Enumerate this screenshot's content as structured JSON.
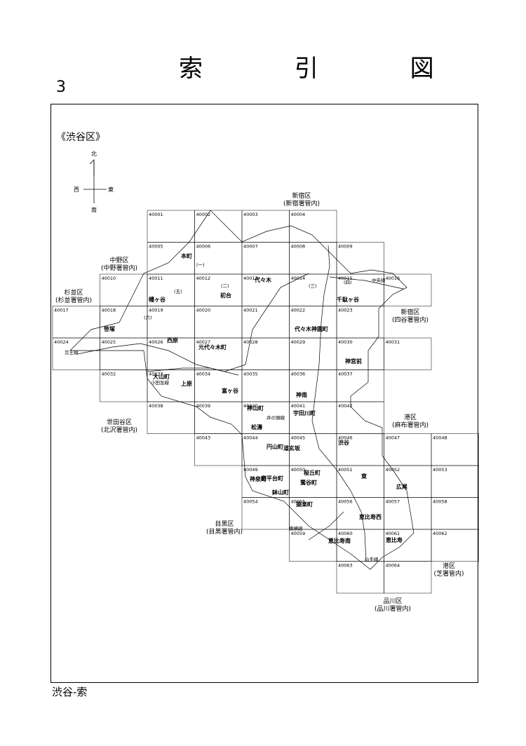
{
  "title": "索 引 図",
  "page_number": "3",
  "ward_heading": "《渋谷区》",
  "footer": "渋谷-索",
  "compass": {
    "north": "北",
    "south": "南",
    "east": "東",
    "west": "西"
  },
  "neighbors": [
    {
      "id": "n-shinjuku-top",
      "lines": [
        "新宿区",
        "(新宿署管内)"
      ]
    },
    {
      "id": "n-nakano",
      "lines": [
        "中野区",
        "(中野署管内)"
      ]
    },
    {
      "id": "n-suginami",
      "lines": [
        "杉並区",
        "(杉並署管内)"
      ]
    },
    {
      "id": "n-shinjuku-right",
      "lines": [
        "新宿区",
        "(四谷署管内)"
      ]
    },
    {
      "id": "n-setagaya",
      "lines": [
        "世田谷区",
        "(北沢署管内)"
      ]
    },
    {
      "id": "n-minato-azabu",
      "lines": [
        "港区",
        "(麻布署管内)"
      ]
    },
    {
      "id": "n-meguro",
      "lines": [
        "目黒区",
        "(目黒署管内)"
      ]
    },
    {
      "id": "n-minato-shiba",
      "lines": [
        "港区",
        "(芝署管内)"
      ]
    },
    {
      "id": "n-shinagawa",
      "lines": [
        "品川区",
        "(品川署管内)"
      ]
    }
  ],
  "grid_codes": [
    "40001",
    "40002",
    "40003",
    "40004",
    "40005",
    "40006",
    "40007",
    "40008",
    "40009",
    "40010",
    "40011",
    "40012",
    "40013",
    "40014",
    "40015",
    "40016",
    "40017",
    "40018",
    "40019",
    "40020",
    "40021",
    "40022",
    "40023",
    "40024",
    "40025",
    "40026",
    "40027",
    "40028",
    "40029",
    "40030",
    "40031",
    "40032",
    "40033",
    "40034",
    "40035",
    "40036",
    "40037",
    "40038",
    "40039",
    "40040",
    "40041",
    "40042",
    "40043",
    "40044",
    "40045",
    "40046",
    "40047",
    "40048",
    "40049",
    "40050",
    "40051",
    "40052",
    "40053",
    "40054",
    "40055",
    "40056",
    "40057",
    "40058",
    "40059",
    "40060",
    "40061",
    "40062",
    "40063",
    "40064"
  ],
  "districts": [
    "本町",
    "幡ヶ谷",
    "笹塚",
    "西原",
    "元代々木町",
    "大山町",
    "上原",
    "富ヶ谷",
    "初台",
    "代々木",
    "千駄ヶ谷",
    "代々木神園町",
    "神宮前",
    "神南",
    "神山町",
    "松濤",
    "宇田川町",
    "円山町",
    "道玄坂",
    "渋谷",
    "東",
    "広尾",
    "南平台町",
    "桜丘町",
    "鶯谷町",
    "鉢山町",
    "猿楽町",
    "恵比寿西",
    "恵比寿",
    "恵比寿南",
    "神泉町"
  ],
  "lines": [
    "京王線",
    "小田急線",
    "中央線",
    "山手線",
    "東横線",
    "井の頭線"
  ],
  "subdivisions": [
    "(一)",
    "(二)",
    "(三)",
    "(四)",
    "(五)",
    "(六)"
  ]
}
